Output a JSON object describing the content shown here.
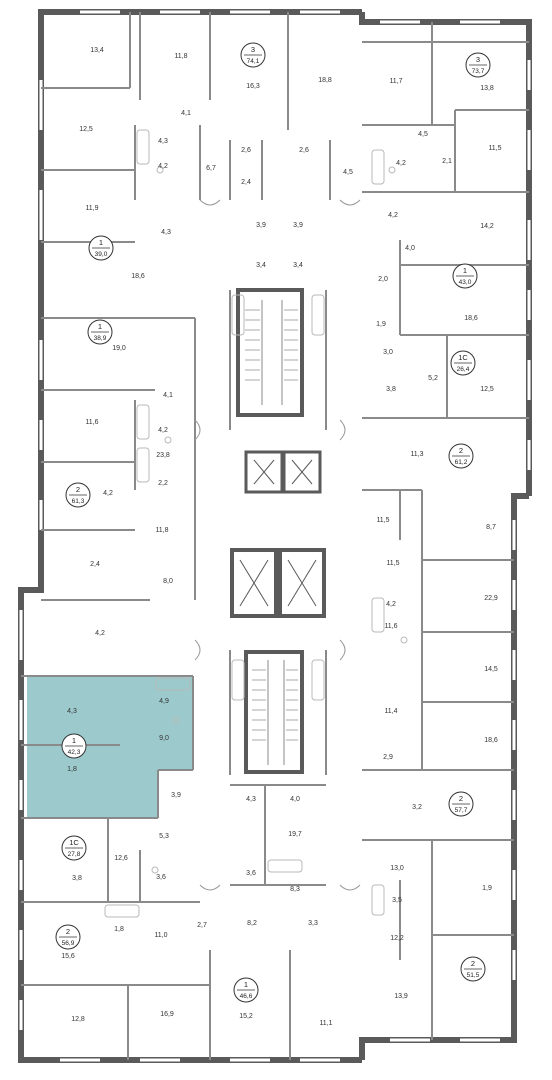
{
  "colors": {
    "wall": "#5a5a5a",
    "partition": "#8a8a8a",
    "highlight": "#9ccacc",
    "background": "#ffffff",
    "fixture": "#b8b8b8",
    "door": "#999999"
  },
  "apartments": {
    "a1": {
      "rooms": "3",
      "area": "74,1"
    },
    "a2": {
      "rooms": "3",
      "area": "73,7"
    },
    "a3": {
      "rooms": "1",
      "area": "39,0"
    },
    "a4": {
      "rooms": "1",
      "area": "43,0"
    },
    "a5": {
      "rooms": "1",
      "area": "38,9"
    },
    "a6": {
      "rooms": "1С",
      "area": "26,4"
    },
    "a7": {
      "rooms": "2",
      "area": "61,2"
    },
    "a8": {
      "rooms": "2",
      "area": "61,3"
    },
    "a9": {
      "rooms": "1",
      "area": "42,3"
    },
    "a10": {
      "rooms": "2",
      "area": "57,7"
    },
    "a11": {
      "rooms": "1С",
      "area": "27,8"
    },
    "a12": {
      "rooms": "2",
      "area": "56,9"
    },
    "a13": {
      "rooms": "2",
      "area": "51,5"
    },
    "a14": {
      "rooms": "1",
      "area": "46,6"
    }
  },
  "rooms": [
    "13,4",
    "11,8",
    "16,3",
    "18,8",
    "11,7",
    "13,8",
    "12,5",
    "4,1",
    "4,3",
    "4,2",
    "6,7",
    "2,6",
    "2,6",
    "2,4",
    "4,5",
    "4,5",
    "4,2",
    "2,1",
    "11,5",
    "11,9",
    "4,3",
    "3,9",
    "3,9",
    "4,2",
    "14,2",
    "4,0",
    "18,6",
    "3,4",
    "3,4",
    "2,0",
    "18,6",
    "1,9",
    "19,0",
    "3,0",
    "5,2",
    "12,5",
    "3,8",
    "11,6",
    "4,1",
    "4,2",
    "23,8",
    "11,3",
    "4,2",
    "2,2",
    "11,5",
    "8,7",
    "11,8",
    "2,4",
    "8,0",
    "11,5",
    "22,9",
    "4,2",
    "4,2",
    "11,6",
    "14,5",
    "4,3",
    "4,9",
    "9,0",
    "11,4",
    "18,6",
    "1,8",
    "2,9",
    "3,9",
    "4,3",
    "4,0",
    "19,7",
    "3,2",
    "5,3",
    "12,6",
    "3,8",
    "3,6",
    "3,6",
    "8,3",
    "13,0",
    "1,9",
    "3,5",
    "1,8",
    "11,0",
    "2,7",
    "8,2",
    "3,3",
    "12,2",
    "15,6",
    "12,8",
    "16,9",
    "15,2",
    "11,1",
    "13,9"
  ]
}
